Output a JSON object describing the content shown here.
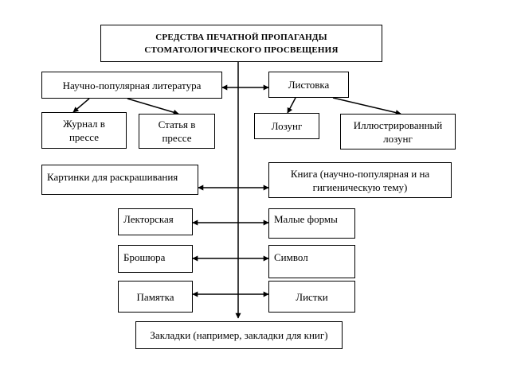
{
  "title": "СРЕДСТВА ПЕЧАТНОЙ ПРОПАГАНДЫ\nСТОМАТОЛОГИЧЕСКОГО ПРОСВЕЩЕНИЯ",
  "nodes": {
    "popular_literature": "Научно-популярная литература",
    "leaflet": "Листовка",
    "journal": "Журнал в\nпрессе",
    "article": "Статья в\nпрессе",
    "slogan": "Лозунг",
    "illustrated_slogan": "Иллюстрированный\nлозунг",
    "coloring_pictures": "Картинки для раскрашивания",
    "book": "Книга (научно-популярная и на\nгигиеническую тему)",
    "lecture": "Лекторская",
    "small_forms": "Малые формы",
    "brochure": "Брошюра",
    "symbol": "Символ",
    "memo": "Памятка",
    "sheets": "Листки",
    "bookmarks": "Закладки (например, закладки для книг)"
  }
}
